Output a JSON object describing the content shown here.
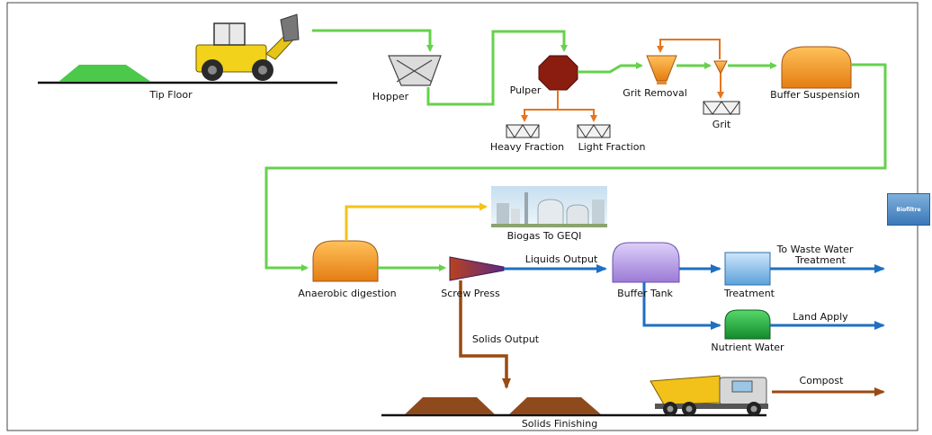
{
  "labels": {
    "tip_floor": "Tip Floor",
    "hopper": "Hopper",
    "pulper": "Pulper",
    "grit_removal": "Grit Removal",
    "grit": "Grit",
    "buffer_suspension": "Buffer Suspension",
    "heavy_fraction": "Heavy Fraction",
    "light_fraction": "Light Fraction",
    "biogas": "Biogas To GEQI",
    "anaerobic_digestion": "Anaerobic digestion",
    "screw_press": "Screw Press",
    "liquids_output": "Liquids Output",
    "buffer_tank": "Buffer Tank",
    "treatment": "Treatment",
    "to_waste_water_line1": "To Waste Water",
    "to_waste_water_line2": "Treatment",
    "nutrient_water": "Nutrient Water",
    "land_apply": "Land Apply",
    "solids_output": "Solids Output",
    "compost": "Compost",
    "solids_finishing": "Solids Finishing",
    "biofiltre": "Biofiltre"
  },
  "colors": {
    "green_flow": "#66d14c",
    "orange_flow": "#e8741c",
    "yellow_flow": "#f5c21a",
    "blue_flow": "#1f6fc2",
    "brown_flow": "#9a4a12",
    "pulper_fill": "#8b1d10",
    "tank_orange": "#f59b2e",
    "tank_purple": "#b79be6",
    "tank_green": "#1fa63c",
    "treatment_blue": "#8ec4ec",
    "screw_press": "#7a2f7a",
    "pile_green": "#4cc84a",
    "pile_brown": "#8e4a1c"
  },
  "icons": [
    "wheel-loader-icon",
    "dump-truck-icon",
    "biogas-plant-image"
  ]
}
